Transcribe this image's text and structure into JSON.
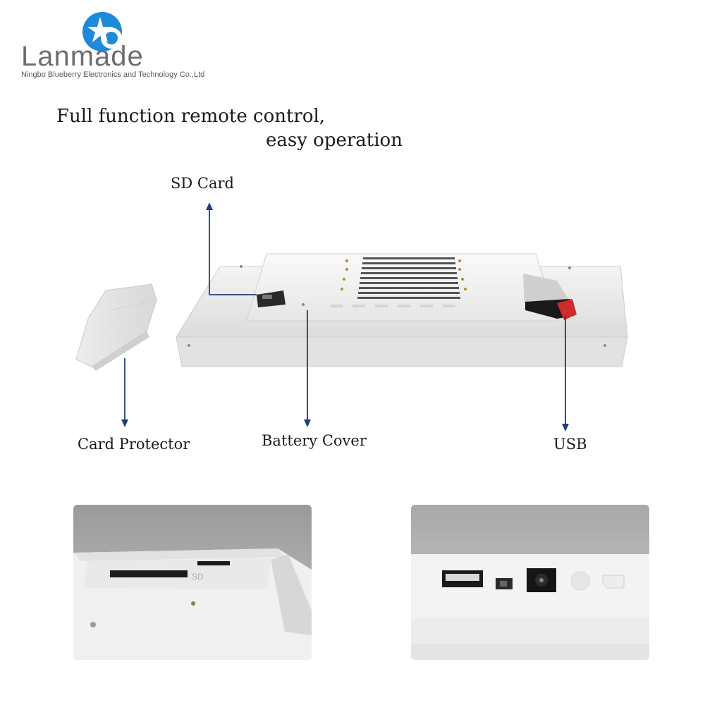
{
  "brand": {
    "name": "Lanmade",
    "subtitle": "Ningbo Blueberry Electronics and Technology Co.,Ltd",
    "accent_color": "#1e8ad8",
    "text_color": "#6e6e6e"
  },
  "heading": {
    "line1": "Full function remote control,",
    "line2": "easy operation"
  },
  "callouts": {
    "sd_card": "SD Card",
    "card_protector": "Card Protector",
    "battery_cover": "Battery Cover",
    "usb": "USB"
  },
  "arrow_color": "#1f3f7a",
  "detail_panels": {
    "sd_slot_marking": "SD"
  }
}
